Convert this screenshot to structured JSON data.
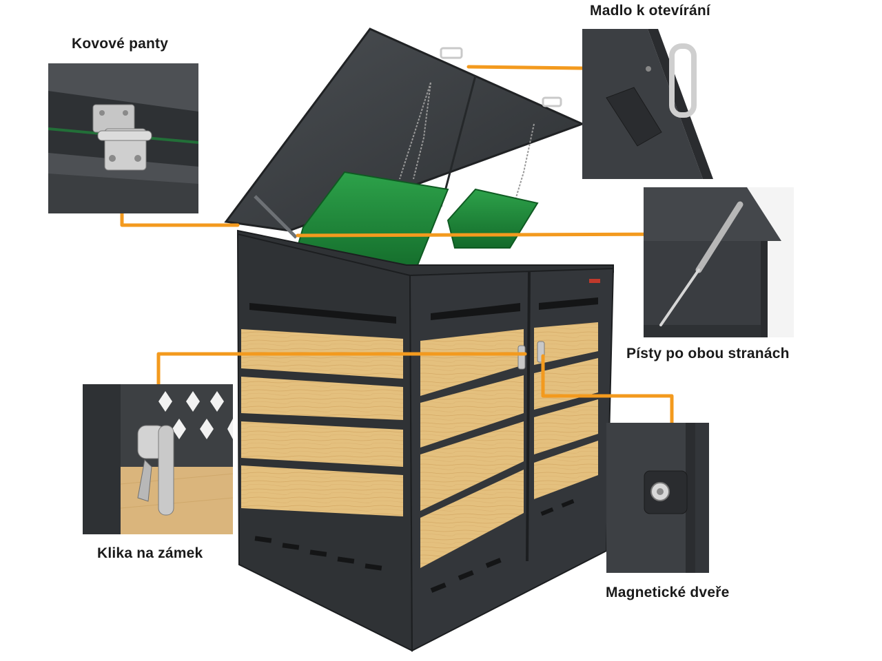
{
  "callouts": {
    "hinges": "Kovové panty",
    "handle_open": "Madlo k otevírání",
    "pistons": "Písty po obou stranách",
    "lock_handle": "Klika na zámek",
    "magnetic_doors": "Magnetické dveře"
  },
  "colors": {
    "accent_line": "#f39a1e",
    "metal_dark": "#35383b",
    "wood": "#e2bd7a",
    "bin_green": "#1f8a3a"
  }
}
